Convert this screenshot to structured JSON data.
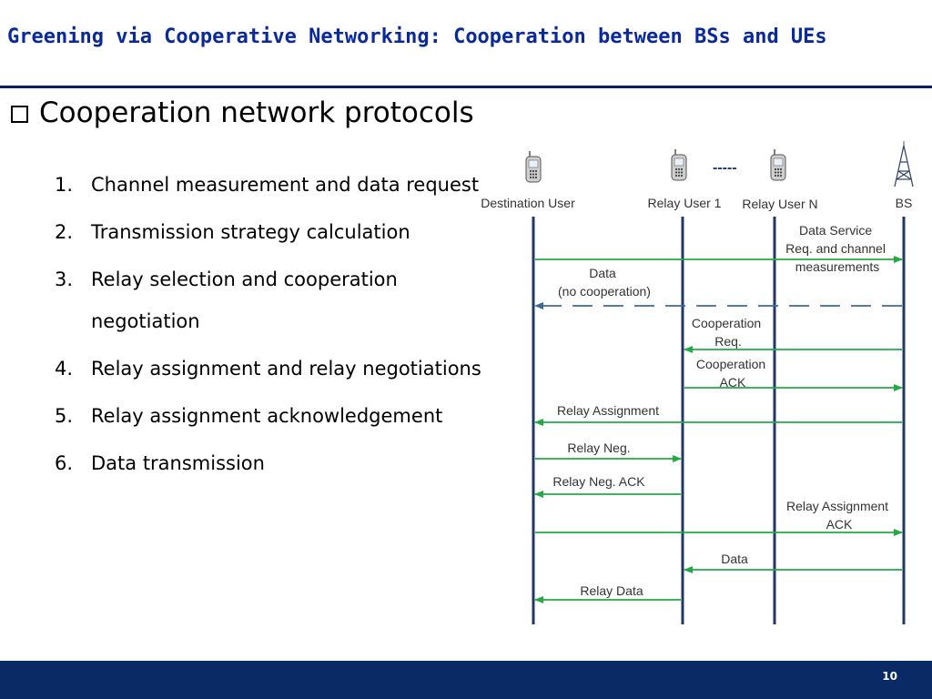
{
  "title": "Greening via Cooperative Networking: Cooperation between BSs and UEs",
  "section_heading": "Cooperation network protocols",
  "steps": [
    {
      "num": "1.",
      "text": "Channel measurement and data request"
    },
    {
      "num": "2.",
      "text": "Transmission strategy calculation"
    },
    {
      "num": "3.",
      "text": "Relay selection and cooperation negotiation"
    },
    {
      "num": "4.",
      "text": "Relay assignment and relay negotiations"
    },
    {
      "num": "5.",
      "text": "Relay assignment acknowledgement"
    },
    {
      "num": "6.",
      "text": "Data transmission"
    }
  ],
  "diagram": {
    "entities": [
      "Destination User",
      "Relay User 1",
      "Relay User N",
      "BS"
    ],
    "ellipsis": "-----",
    "messages": [
      "Data Service Req. and channel measurements",
      "Data (no cooperation)",
      "Cooperation Req.",
      "Cooperation ACK",
      "Relay Assignment",
      "Relay Neg.",
      "Relay Neg. ACK",
      "Relay Assignment ACK",
      "Data",
      "Relay Data"
    ],
    "colors": {
      "lifeline": "#1f3864",
      "arrow": "#22aa44",
      "dashed": "#3a6a9a"
    }
  },
  "footer": {
    "page_number": "10"
  },
  "colors": {
    "title": "#0a2a9a",
    "footer_bar": "#0a2a66"
  }
}
